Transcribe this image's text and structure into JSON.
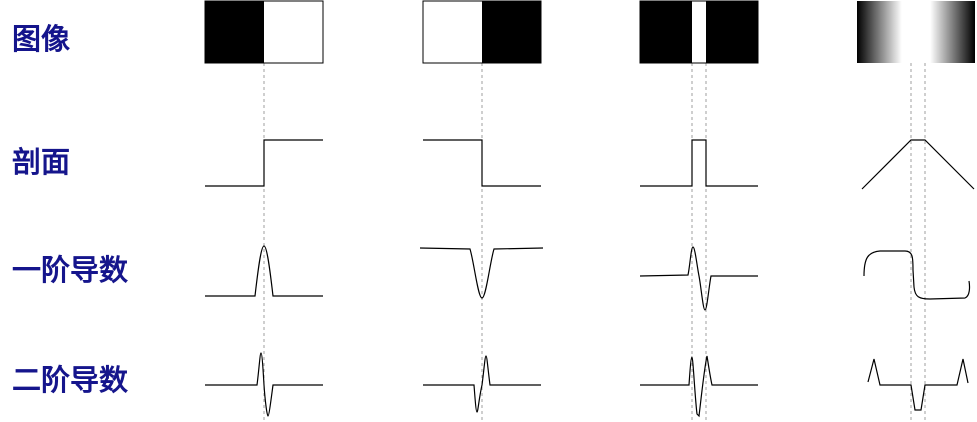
{
  "rows": {
    "image": "图像",
    "profile": "剖面",
    "first_derivative": "一阶导数",
    "second_derivative": "二阶导数"
  },
  "colors": {
    "label": "#15158c",
    "stroke": "#000000",
    "guide": "#888888"
  },
  "columns": [
    {
      "edge": "step-up"
    },
    {
      "edge": "step-down"
    },
    {
      "edge": "thin-line"
    },
    {
      "edge": "ramp"
    }
  ]
}
